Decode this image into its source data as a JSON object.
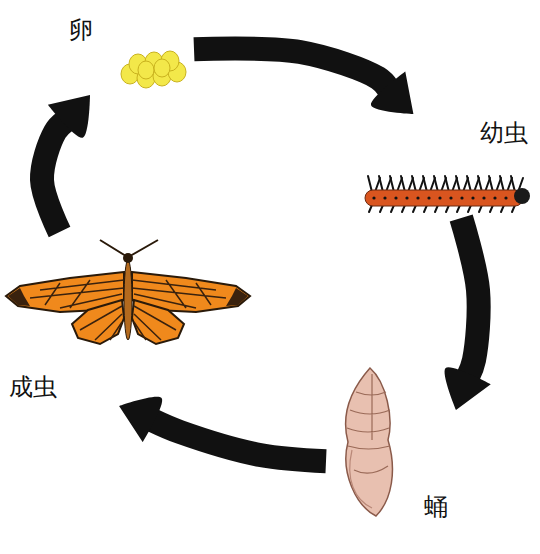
{
  "diagram": {
    "nodes": [
      {
        "text": [
          "卵"
        ]
      },
      {
        "text": [
          "幼虫"
        ]
      },
      {
        "text": [
          "蛹"
        ]
      },
      {
        "text": [
          "成虫"
        ]
      }
    ],
    "edges": [
      {
        "from": 0,
        "to": 1,
        "arrow": "to"
      },
      {
        "from": 1,
        "to": 2,
        "arrow": "to"
      },
      {
        "from": 2,
        "to": 3,
        "arrow": "to"
      },
      {
        "from": 3,
        "to": 0,
        "arrow": "to"
      }
    ]
  }
}
